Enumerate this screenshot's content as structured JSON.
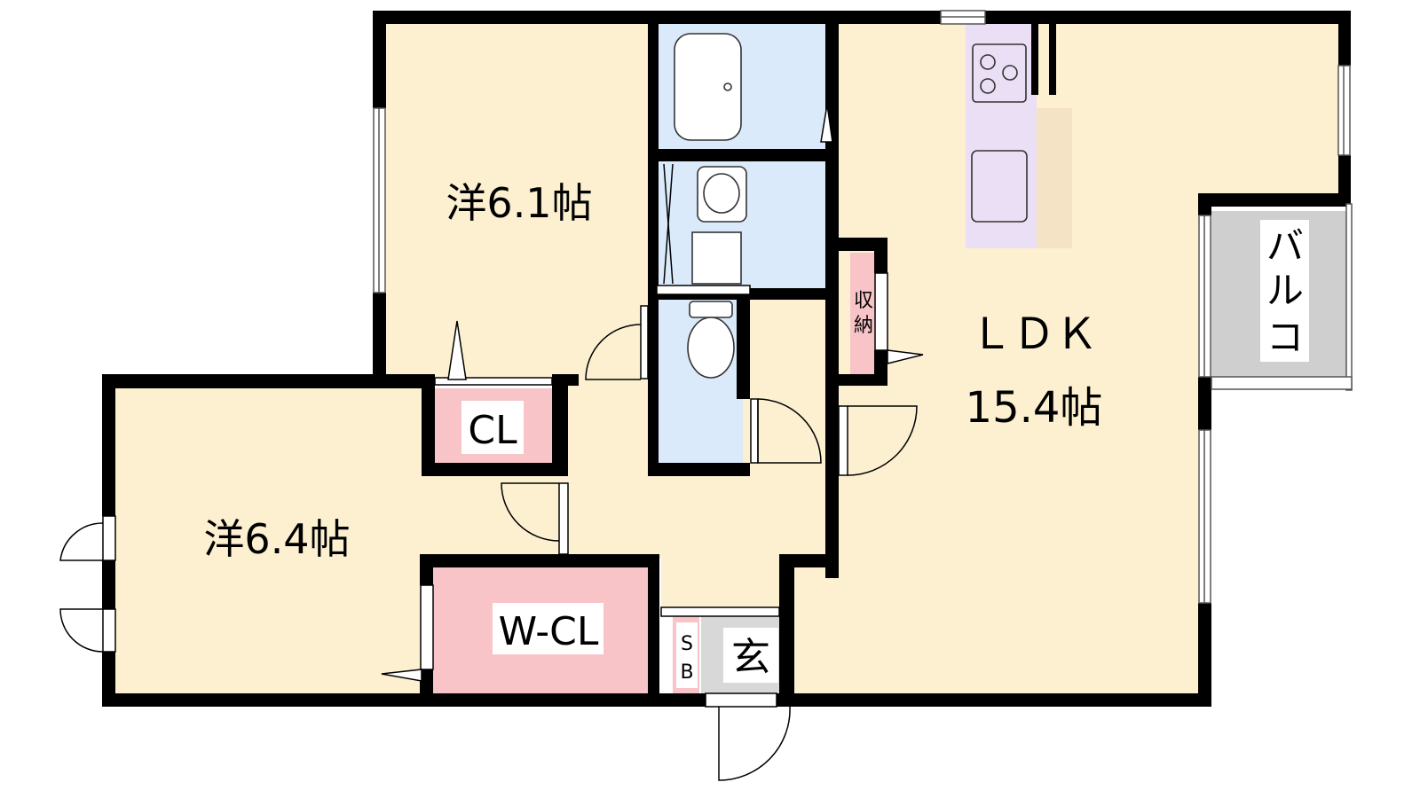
{
  "rooms": {
    "western_a": "洋6.1帖",
    "western_b": "洋6.4帖",
    "closet": "CL",
    "walkin_closet": "W-CL",
    "ldk_name": "ＬＤＫ",
    "ldk_size": "15.4帖",
    "storage_1": "収",
    "storage_2": "納",
    "balcony_1": "バ",
    "balcony_2": "ル",
    "balcony_3": "コ",
    "entrance": "玄",
    "shoebox_1": "S",
    "shoebox_2": "B"
  },
  "colors": {
    "room": "#fcf0d0",
    "wet_area": "#daeafa",
    "closet": "#f9c4c8",
    "kitchen": "#eadff4",
    "counter": "#f4e3c4",
    "balcony": "#cfcfcf",
    "entrance": "#d8d8d8",
    "wall": "#000000"
  }
}
